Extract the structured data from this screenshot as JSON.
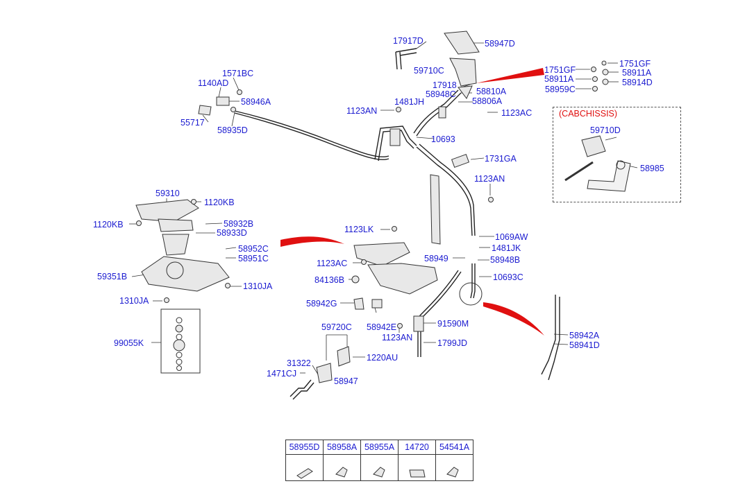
{
  "labels": {
    "p17917D": "17917D",
    "p58947D": "58947D",
    "p59710C": "59710C",
    "p1751GF_a": "1751GF",
    "p1751GF_b": "1751GF",
    "p58911A_a": "58911A",
    "p58911A_b": "58911A",
    "p58959C": "58959C",
    "p58914D": "58914D",
    "p17918": "17918",
    "p58810A": "58810A",
    "p58948C": "58948C",
    "p58806A": "58806A",
    "p1481JH": "1481JH",
    "p1123AN_a": "1123AN",
    "p1123AC_a": "1123AC",
    "p1571BC": "1571BC",
    "p1140AD": "1140AD",
    "p58946A": "58946A",
    "p55717": "55717",
    "p58935D": "58935D",
    "p10693": "10693",
    "p1731GA": "1731GA",
    "p1123AN_b": "1123AN",
    "p59710D": "59710D",
    "p58985": "58985",
    "p59310": "59310",
    "p1120KB_a": "1120KB",
    "p1120KB_b": "1120KB",
    "p58932B": "58932B",
    "p58933D": "58933D",
    "p58952C": "58952C",
    "p58951C": "58951C",
    "p59351B": "59351B",
    "p1310JA_a": "1310JA",
    "p1310JA_b": "1310JA",
    "p99055K": "99055K",
    "p1123LK": "1123LK",
    "p1069AW": "1069AW",
    "p1481JK": "1481JK",
    "p1123AC_b": "1123AC",
    "p58949": "58949",
    "p58948B": "58948B",
    "p84136B": "84136B",
    "p10693C": "10693C",
    "p58942G": "58942G",
    "p58942E": "58942E",
    "p91590M": "91590M",
    "p59720C": "59720C",
    "p1123AN_c": "1123AN",
    "p1799JD": "1799JD",
    "p1220AU": "1220AU",
    "p31322": "31322",
    "p1471CJ": "1471CJ",
    "p58947": "58947",
    "p58942A": "58942A",
    "p58941D": "58941D"
  },
  "cab_chassis_label": "(CABCHISSIS)",
  "legend": [
    "58955D",
    "58958A",
    "58955A",
    "14720",
    "54541A"
  ],
  "colors": {
    "label": "#1a1ad0",
    "highlight": "#e01010",
    "line": "#222222"
  }
}
